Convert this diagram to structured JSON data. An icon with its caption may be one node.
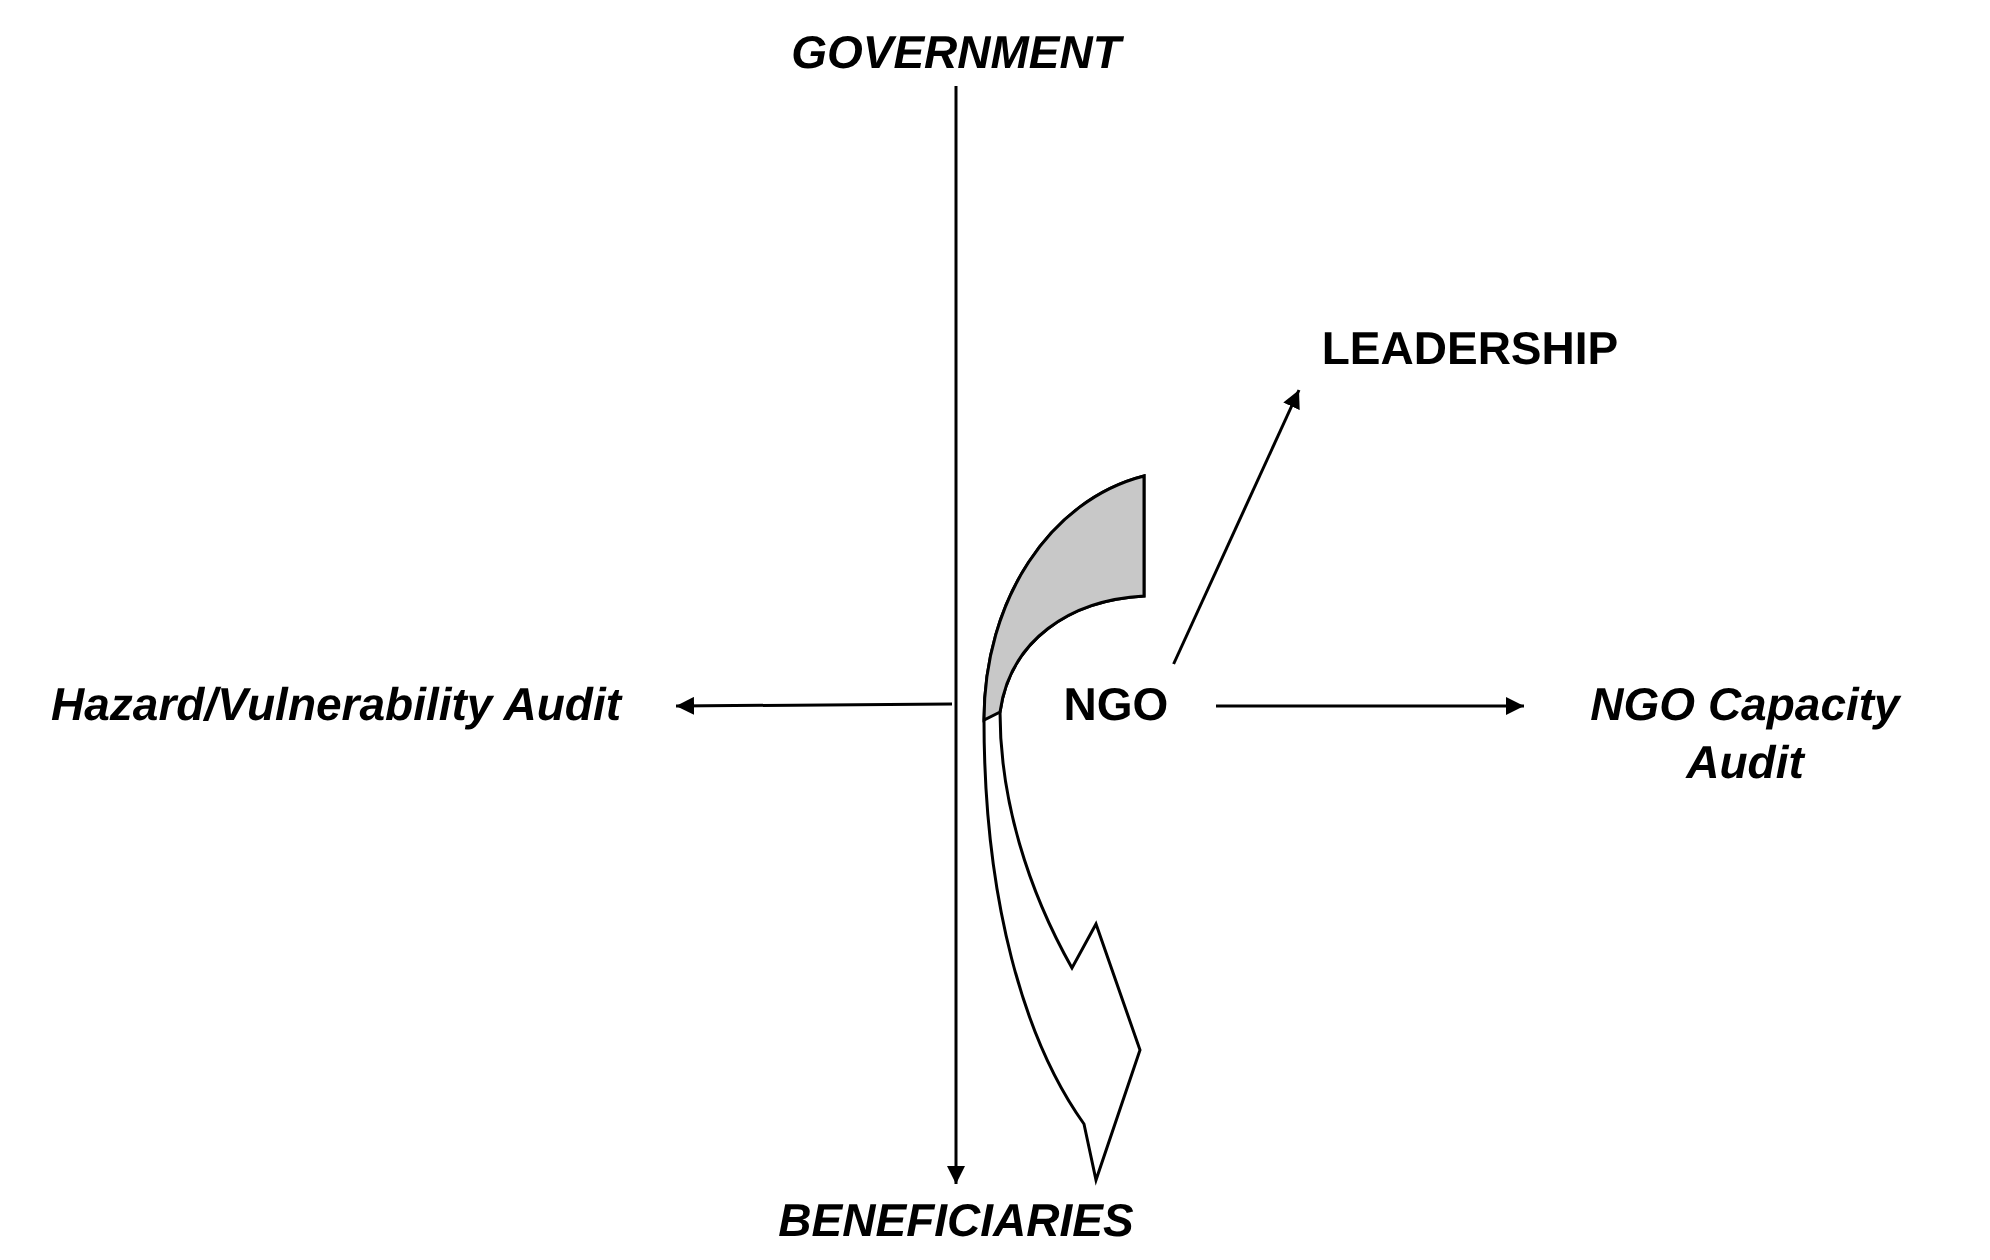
{
  "diagram": {
    "nodes": [
      {
        "text": [
          "GOVERNMENT"
        ]
      },
      {
        "text": [
          "LEADERSHIP"
        ]
      },
      {
        "text": [
          "Hazard/Vulnerability Audit"
        ]
      },
      {
        "text": [
          "NGO"
        ]
      },
      {
        "text": [
          "NGO Capacity Audit"
        ]
      },
      {
        "text": [
          "BENEFICIARIES"
        ]
      }
    ],
    "edges": [
      {
        "from": 0,
        "to": 5,
        "arrow": "to"
      },
      {
        "from": null,
        "to": 2,
        "arrow": "to"
      },
      {
        "from": 3,
        "to": 1,
        "arrow": "to"
      },
      {
        "from": 3,
        "to": 4,
        "arrow": "to"
      }
    ]
  }
}
